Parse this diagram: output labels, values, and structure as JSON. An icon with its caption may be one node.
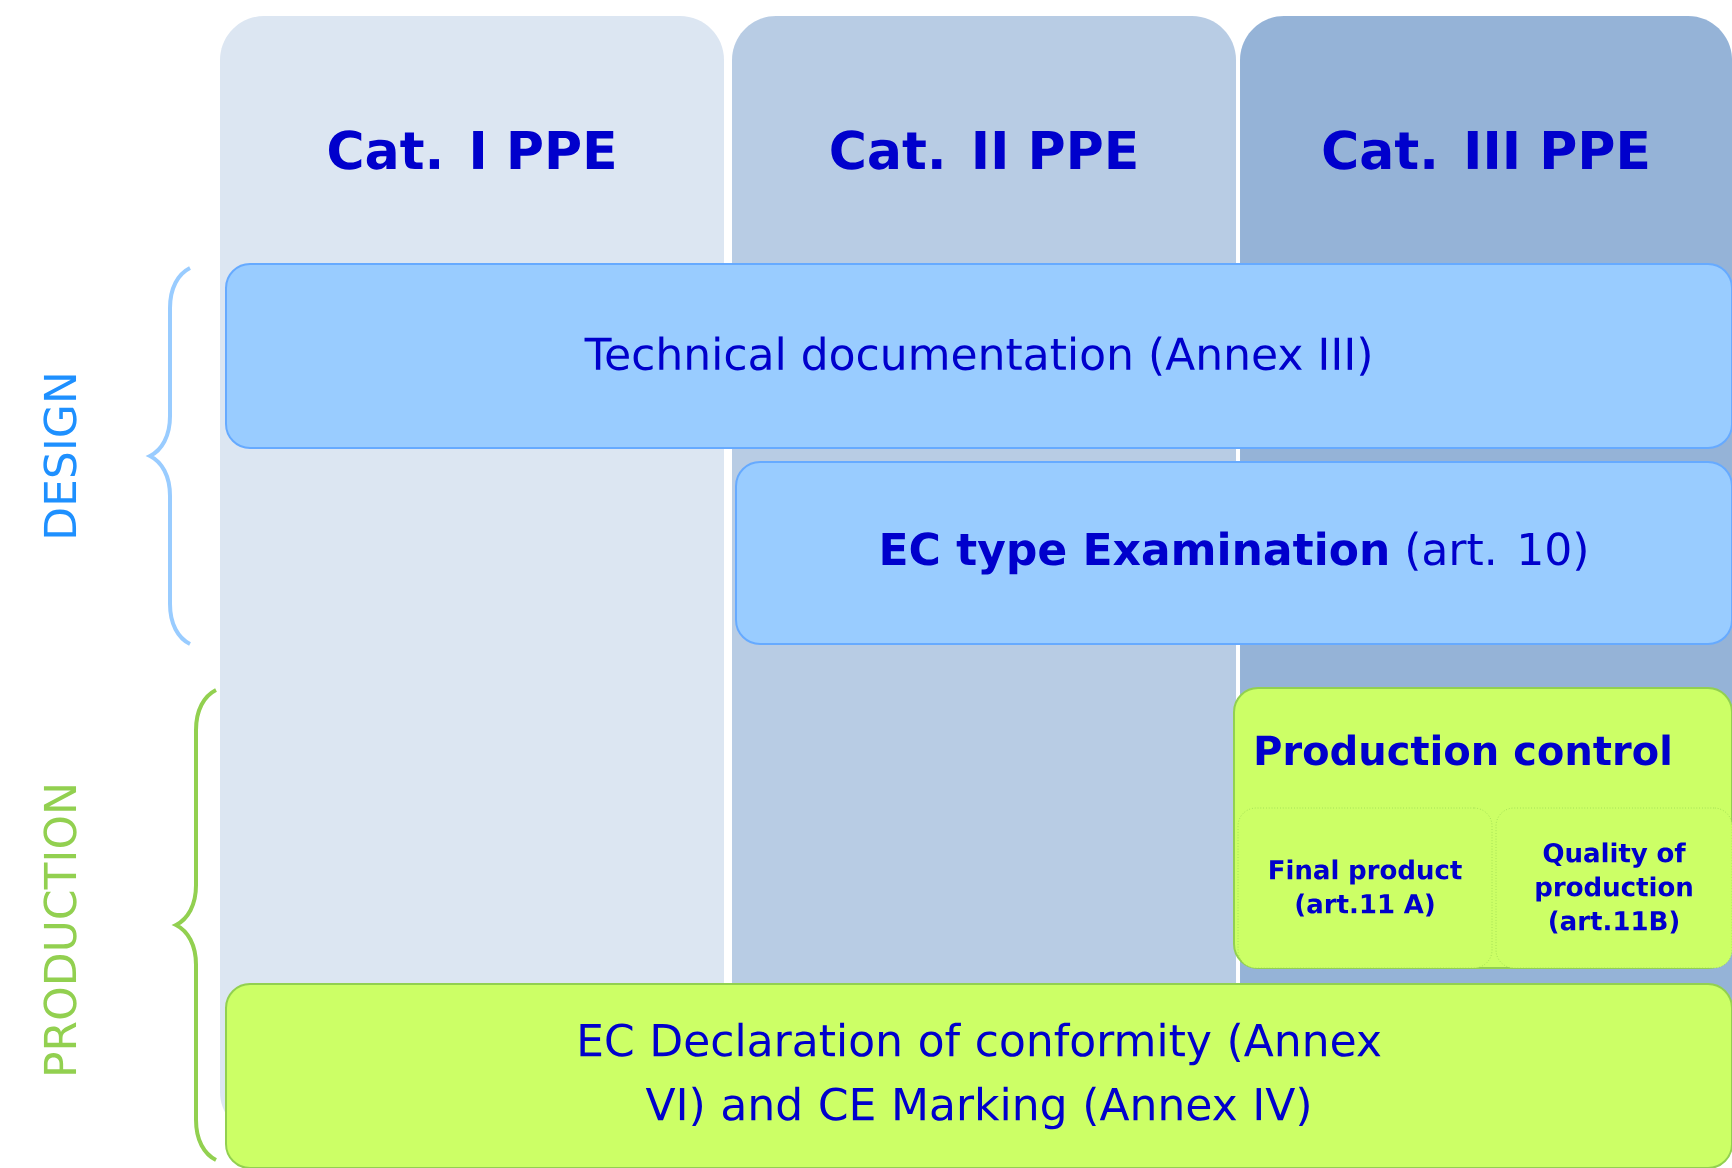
{
  "diagram": {
    "nodes": [
      {
        "text": [
          "Cat. I PPE"
        ]
      },
      {
        "text": [
          "Cat. II PPE"
        ]
      },
      {
        "text": [
          "Cat. III PPE"
        ]
      },
      {
        "text": [
          "Technical documentation (Annex III)"
        ]
      },
      {
        "text": [
          "**EC type Examination** (art. 10)"
        ]
      },
      {
        "text": [
          "Production control"
        ],
        "in": 2
      },
      {
        "text": [
          "Final product (art.11 A)"
        ],
        "in": 5
      },
      {
        "text": [
          "Quality of production (art.11B)"
        ],
        "in": 5
      },
      {
        "text": [
          "EC Declaration of conformity (Annex VI) and CE Marking (Annex IV)"
        ]
      }
    ],
    "labels": [
      "DESIGN",
      "PRODUCTION"
    ]
  }
}
